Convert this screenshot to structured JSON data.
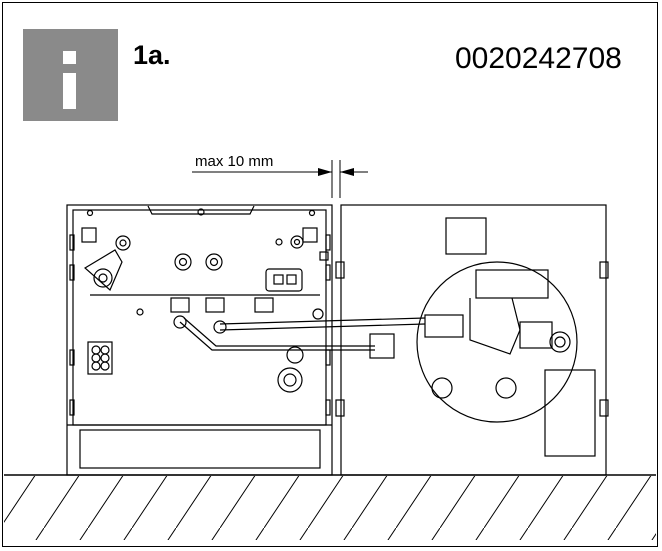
{
  "badge": {
    "icon": "info-icon",
    "color": "#8a8a8a"
  },
  "step": {
    "label": "1a."
  },
  "part": {
    "number": "0020242708"
  },
  "dimension": {
    "label": "max 10 mm"
  }
}
